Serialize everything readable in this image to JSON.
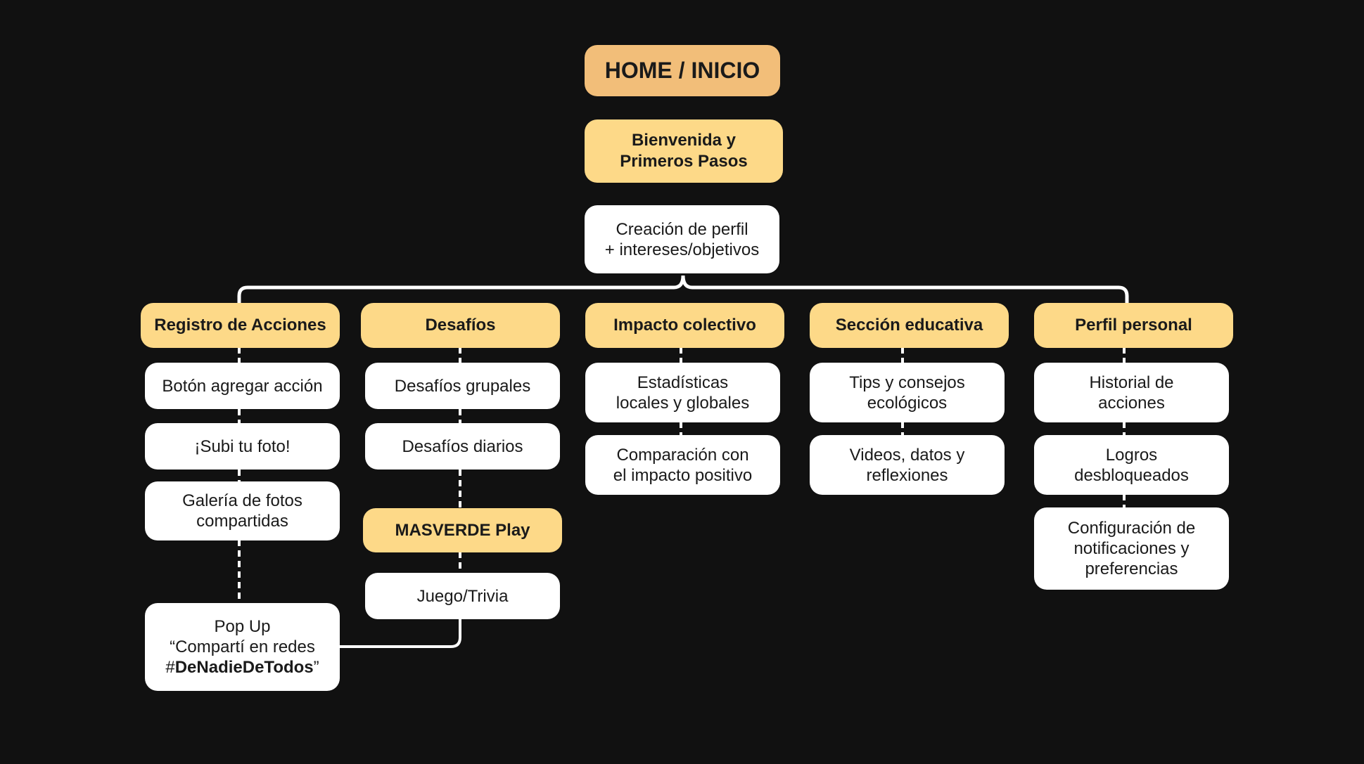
{
  "root": {
    "label": "HOME / INICIO"
  },
  "welcome": {
    "label": "Bienvenida y\nPrimeros Pasos"
  },
  "profile_setup": {
    "label": "Creación de perfil\n+ intereses/objetivos"
  },
  "sections": {
    "registro": {
      "title": "Registro de Acciones",
      "items": [
        "Botón agregar acción",
        "¡Subi tu foto!",
        "Galería de fotos\ncompartidas"
      ],
      "popup": {
        "line1": "Pop Up",
        "line2": "“Compartí en redes",
        "hash_prefix": "#",
        "hashtag": "DeNadieDeTodos",
        "close_quote": "”"
      }
    },
    "desafios": {
      "title": "Desafíos",
      "items": [
        "Desafíos grupales",
        "Desafíos diarios"
      ],
      "play_title": "MASVERDE Play",
      "play_item": "Juego/Trivia"
    },
    "impacto": {
      "title": "Impacto colectivo",
      "items": [
        "Estadísticas\nlocales y globales",
        "Comparación con\nel impacto positivo"
      ]
    },
    "educativa": {
      "title": "Sección educativa",
      "items": [
        "Tips y consejos\necológicos",
        "Videos, datos y\nreflexiones"
      ]
    },
    "perfil": {
      "title": "Perfil personal",
      "items": [
        "Historial de\nacciones",
        "Logros\ndesbloqueados",
        "Configuración de\nnotificaciones y\npreferencias"
      ]
    }
  },
  "colors": {
    "background": "#111111",
    "root_fill": "#F2BE79",
    "header_fill": "#FDD988",
    "leaf_fill": "#FFFFFF",
    "connector": "#FFFFFF"
  }
}
